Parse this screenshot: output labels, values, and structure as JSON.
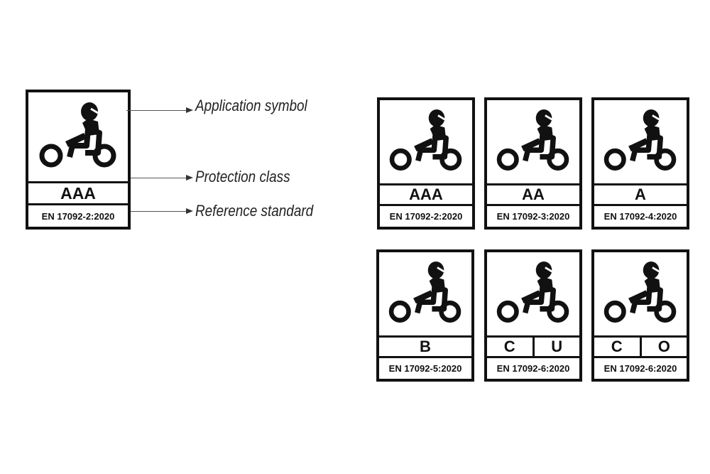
{
  "annotated_label": {
    "class_text": "AAA",
    "standard_text": "EN 17092-2:2020"
  },
  "callouts": [
    {
      "text": "Application symbol"
    },
    {
      "text": "Protection class"
    },
    {
      "text": "Reference standard"
    }
  ],
  "labels": [
    {
      "classes": [
        "AAA"
      ],
      "standard": "EN 17092-2:2020"
    },
    {
      "classes": [
        "AA"
      ],
      "standard": "EN 17092-3:2020"
    },
    {
      "classes": [
        "A"
      ],
      "standard": "EN 17092-4:2020"
    },
    {
      "classes": [
        "B"
      ],
      "standard": "EN 17092-5:2020"
    },
    {
      "classes": [
        "C",
        "U"
      ],
      "standard": "EN 17092-6:2020"
    },
    {
      "classes": [
        "C",
        "O"
      ],
      "standard": "EN 17092-6:2020"
    }
  ],
  "icons": {
    "application_symbol": "motorcyclist-icon"
  },
  "colors": {
    "ink": "#111111",
    "background": "#ffffff"
  }
}
